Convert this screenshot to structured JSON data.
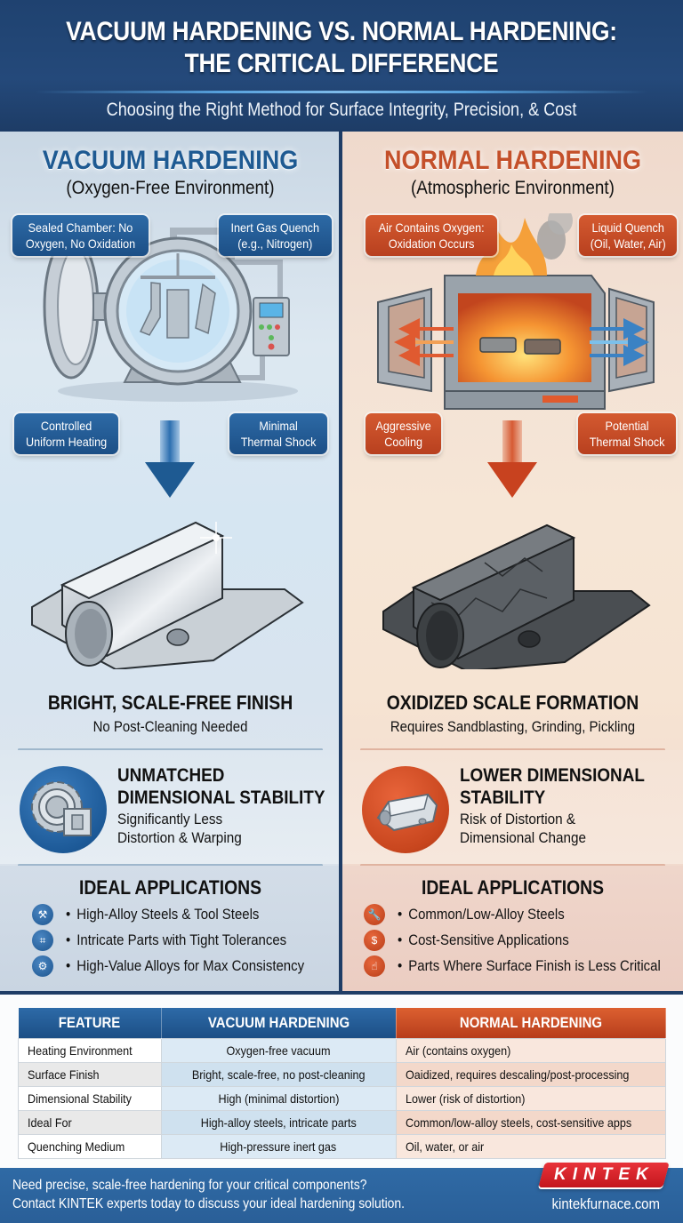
{
  "header": {
    "title_line1": "VACUUM HARDENING VS. NORMAL HARDENING:",
    "title_line2": "THE CRITICAL DIFFERENCE",
    "subtitle": "Choosing the Right Method for Surface Integrity, Precision, & Cost"
  },
  "colors": {
    "navy": "#1f3d66",
    "vacuum_accent": "#1e5a92",
    "normal_accent": "#c4502a",
    "logo_red": "#e8333a"
  },
  "vacuum": {
    "title": "VACUUM HARDENING",
    "subtitle": "(Oxygen-Free Environment)",
    "callouts": [
      {
        "line1": "Sealed Chamber: No",
        "line2": "Oxygen, No Oxidation"
      },
      {
        "line1": "Inert Gas Quench",
        "line2": "(e.g., Nitrogen)"
      },
      {
        "line1": "Controlled",
        "line2": "Uniform Heating"
      },
      {
        "line1": "Minimal",
        "line2": "Thermal Shock"
      }
    ],
    "illustration": "vacuum-furnace-illustration",
    "part_image": "bright-steel-part",
    "finish_title": "BRIGHT, SCALE-FREE FINISH",
    "finish_sub": "No Post-Cleaning Needed",
    "stability_title_line1": "UNMATCHED",
    "stability_title_line2": "DIMENSIONAL STABILITY",
    "stability_sub_line1": "Significantly Less",
    "stability_sub_line2": "Distortion & Warping",
    "stability_icon": "gear-part-icon",
    "apps_title": "IDEAL APPLICATIONS",
    "apps": [
      {
        "icon": "wrench-tools-icon",
        "glyph": "⚒",
        "label": "High-Alloy Steels & Tool Steels"
      },
      {
        "icon": "precision-diagram-icon",
        "glyph": "⌗",
        "label": "Intricate Parts with Tight Tolerances"
      },
      {
        "icon": "gears-icon",
        "glyph": "⚙",
        "label": "High-Value Alloys for Max Consistency"
      }
    ]
  },
  "normal": {
    "title": "NORMAL HARDENING",
    "subtitle": "(Atmospheric Environment)",
    "callouts": [
      {
        "line1": "Air Contains Oxygen:",
        "line2": "Oxidation Occurs"
      },
      {
        "line1": "Liquid Quench",
        "line2": "(Oil, Water, Air)"
      },
      {
        "line1": "Aggressive",
        "line2": "Cooling"
      },
      {
        "line1": "Potential",
        "line2": "Thermal Shock"
      }
    ],
    "illustration": "open-fire-furnace-illustration",
    "part_image": "oxidized-scaled-part",
    "finish_title": "OXIDIZED SCALE FORMATION",
    "finish_sub": "Requires Sandblasting, Grinding, Pickling",
    "stability_title_line1": "LOWER DIMENSIONAL",
    "stability_title_line2": "STABILITY",
    "stability_sub_line1": "Risk of Distortion &",
    "stability_sub_line2": "Dimensional Change",
    "stability_icon": "distorted-part-icon",
    "apps_title": "IDEAL APPLICATIONS",
    "apps": [
      {
        "icon": "wrench-icon",
        "glyph": "🔧",
        "label": "Common/Low-Alloy Steels"
      },
      {
        "icon": "money-hand-icon",
        "glyph": "$",
        "label": "Cost-Sensitive Applications"
      },
      {
        "icon": "hand-pointer-icon",
        "glyph": "☝",
        "label": "Parts Where Surface Finish is Less Critical"
      }
    ]
  },
  "table": {
    "headers": [
      "FEATURE",
      "VACUUM HARDENING",
      "NORMAL HARDENING"
    ],
    "rows": [
      [
        "Heating Environment",
        "Oxygen-free vacuum",
        "Air (contains oxygen)"
      ],
      [
        "Surface Finish",
        "Bright, scale-free, no post-cleaning",
        "Oaidized, requires descaling/post-processing"
      ],
      [
        "Dimensional Stability",
        "High (minimal distortion)",
        "Lower (risk of distortion)"
      ],
      [
        "Ideal For",
        "High-alloy steels, intricate parts",
        "Common/low-alloy steels, cost-sensitive apps"
      ],
      [
        "Quenching Medium",
        "High-pressure inert gas",
        "Oil, water, or air"
      ]
    ]
  },
  "footer": {
    "cta_line1": "Need precise, scale-free hardening for your critical components?",
    "cta_line2": "Contact KINTEK experts today to discuss your ideal hardening solution.",
    "logo": "KINTEK",
    "website": "kintekfurnace.com"
  }
}
